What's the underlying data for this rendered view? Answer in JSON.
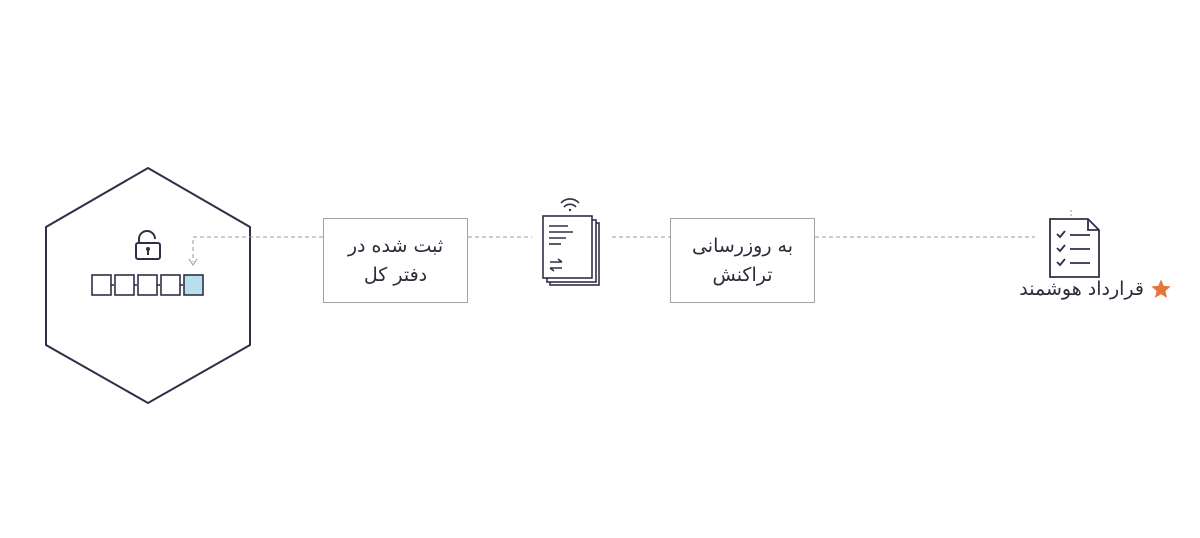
{
  "diagram": {
    "ledger_box": {
      "line1": "ثبت شده در",
      "line2": "دفتر کل"
    },
    "update_box": {
      "line1": "به روزرسانی",
      "line2": "تراکنش"
    },
    "smart_contract": {
      "label": "قرارداد هوشمند",
      "star_icon": "star-icon"
    },
    "icons": {
      "padlock": "padlock-open-icon",
      "blockchain": "block-chain-icon",
      "transaction": "wireless-document-stack-icon",
      "contract": "checklist-document-icon"
    },
    "blockchain": {
      "block_count": 5,
      "highlighted_block": 5
    },
    "colors": {
      "stroke": "#2e3047",
      "connector": "#9a9a9a",
      "box_border": "#a3a3a3",
      "highlight_block": "#b8e0ec",
      "star": "#e8763a",
      "text": "#2c2c3a"
    }
  }
}
